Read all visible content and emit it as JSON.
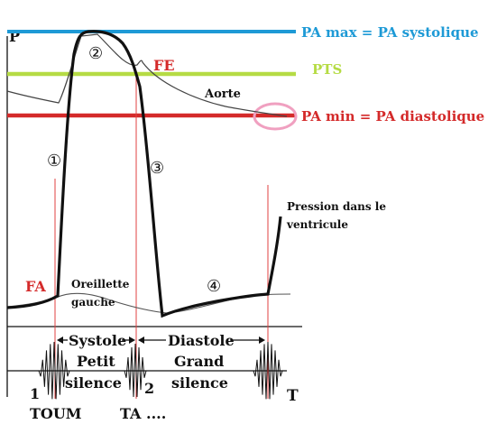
{
  "axes": {
    "y_label": "P",
    "x_label": "T"
  },
  "reference_lines": {
    "pa_max": "PA max = PA systolique",
    "pts": "PTS",
    "pa_min": "PA min = PA diastolique"
  },
  "labels": {
    "fe": "FE",
    "fa": "FA",
    "aorte": "Aorte",
    "pression_line1": "Pression dans le",
    "pression_line2": "ventricule",
    "oreillette_line1": "Oreillette",
    "oreillette_line2": "gauche",
    "phase1": "①",
    "phase2": "②",
    "phase3": "③",
    "phase4": "④"
  },
  "timeline": {
    "systole": "Systole",
    "petit_line1": "Petit",
    "petit_line2": "silence",
    "diastole": "Diastole",
    "grand_line1": "Grand",
    "grand_line2": "silence",
    "sound1_number": "1",
    "sound1_name": "TOUM",
    "sound2_number": "2",
    "sound2_name": "TA ...."
  },
  "colors": {
    "pa_max": "#1e9ad6",
    "pts": "#b5db44",
    "pa_min": "#d42a2a",
    "markers": "#e04040",
    "circle": "#f0a0c0",
    "curve": "#111111"
  }
}
